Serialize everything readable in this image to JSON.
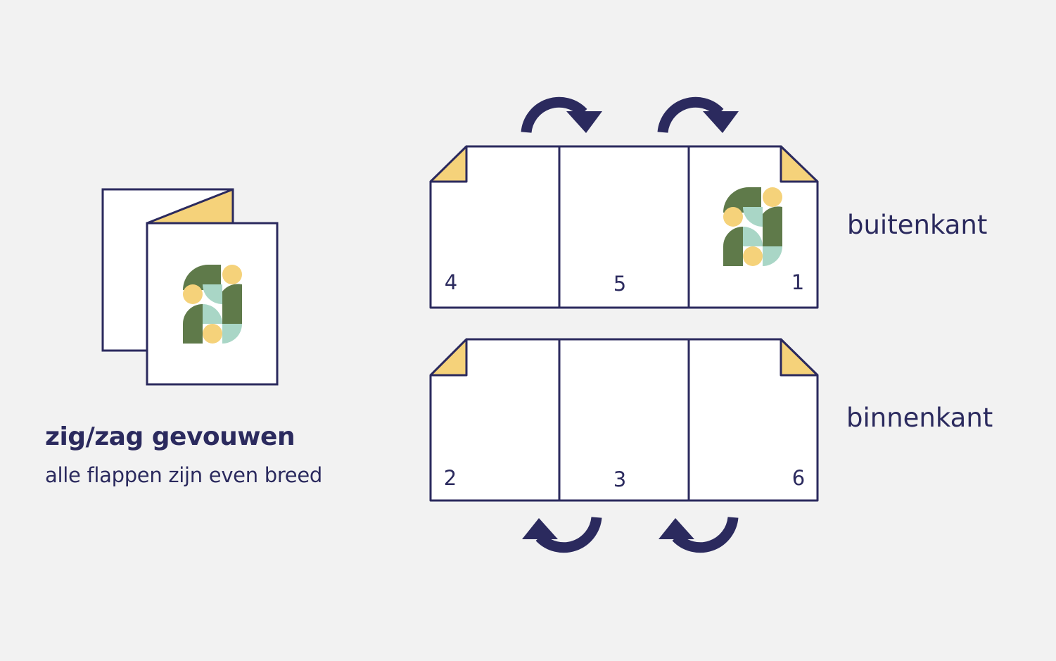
{
  "heading": {
    "title": "zig/zag gevouwen",
    "subtitle": "alle flappen zijn even breed"
  },
  "sides": {
    "outside_label": "buitenkant",
    "inside_label": "binnenkant"
  },
  "panels": {
    "outside": [
      "4",
      "5",
      "1"
    ],
    "inside": [
      "2",
      "3",
      "6"
    ]
  },
  "colors": {
    "background": "#f2f2f2",
    "outline": "#2b2a5e",
    "paper": "#ffffff",
    "fold_corner": "#f5d27a",
    "logo_dark_green": "#5f7a4a",
    "logo_light_teal": "#a9d6c6",
    "logo_yellow": "#f5d27a"
  },
  "icons": [
    "folded-leaflet-icon",
    "fold-arrow-icon",
    "logo-mark-icon"
  ]
}
